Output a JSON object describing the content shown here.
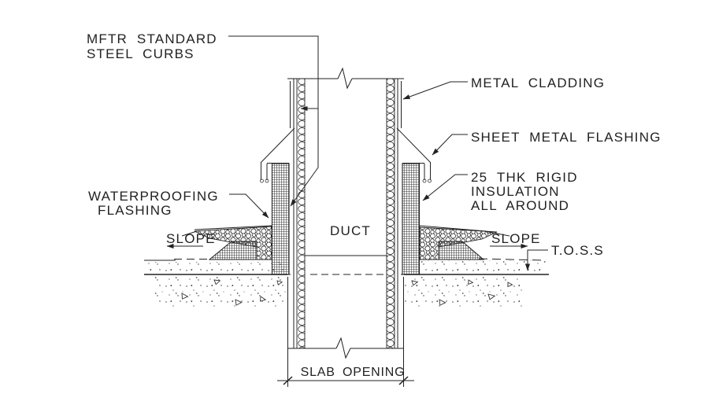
{
  "drawing": {
    "kind": "construction-detail-section",
    "subject": "duct penetration through roof slab",
    "colors": {
      "background": "#ffffff",
      "line": "#222222"
    },
    "annotations": {
      "steel_curbs": {
        "line1": "MFTR STANDARD",
        "line2": "STEEL CURBS"
      },
      "metal_cladding": "METAL CLADDING",
      "sheet_metal_flashing": "SHEET METAL FLASHING",
      "rigid_insulation": {
        "line1": "25 THK RIGID",
        "line2": "INSULATION",
        "line3": "ALL AROUND"
      },
      "waterproofing_flashing": {
        "line1": "WATERPROOFING",
        "line2": "FLASHING"
      },
      "slope_left": "SLOPE",
      "slope_right": "SLOPE",
      "toss": "T.O.S.S",
      "duct": "DUCT",
      "slab_opening_dim": "SLAB OPENING"
    }
  }
}
